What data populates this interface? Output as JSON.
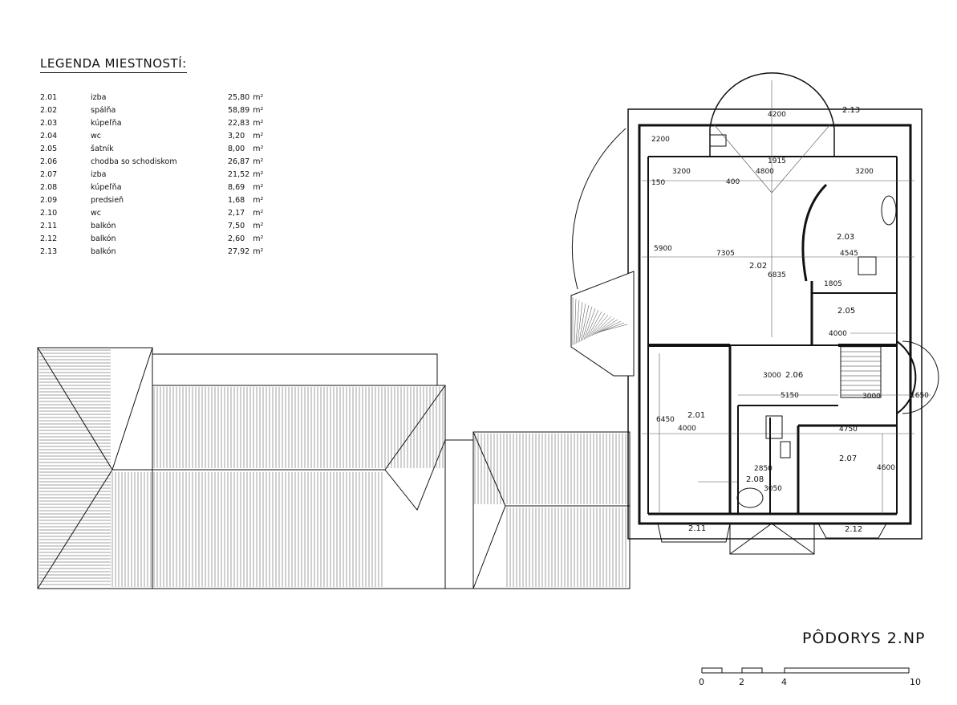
{
  "legend": {
    "title": "LEGENDA MIESTNOSTÍ:",
    "unit_suffix": "m²",
    "rooms": [
      {
        "num": "2.01",
        "name": "izba",
        "area": "25,80"
      },
      {
        "num": "2.02",
        "name": "spálňa",
        "area": "58,89"
      },
      {
        "num": "2.03",
        "name": "kúpeľňa",
        "area": "22,83"
      },
      {
        "num": "2.04",
        "name": "wc",
        "area": "3,20"
      },
      {
        "num": "2.05",
        "name": "šatník",
        "area": "8,00"
      },
      {
        "num": "2.06",
        "name": "chodba so schodiskom",
        "area": "26,87"
      },
      {
        "num": "2.07",
        "name": "izba",
        "area": "21,52"
      },
      {
        "num": "2.08",
        "name": "kúpeľňa",
        "area": "8,69"
      },
      {
        "num": "2.09",
        "name": "predsieň",
        "area": "1,68"
      },
      {
        "num": "2.10",
        "name": "wc",
        "area": "2,17"
      },
      {
        "num": "2.11",
        "name": "balkón",
        "area": "7,50"
      },
      {
        "num": "2.12",
        "name": "balkón",
        "area": "2,60"
      },
      {
        "num": "2.13",
        "name": "balkón",
        "area": "27,92"
      }
    ]
  },
  "plan_title": "PÔDORYS 2.NP",
  "scale_labels": [
    "0",
    "2",
    "4",
    "10"
  ],
  "room_labels": [
    "2.01",
    "2.02",
    "2.03",
    "2.05",
    "2.06",
    "2.07",
    "2.08",
    "2.11",
    "2.12",
    "2.13"
  ],
  "dimensions": [
    "3200",
    "4800",
    "3200",
    "7305",
    "4545",
    "6835",
    "5900",
    "1805",
    "4000",
    "3000",
    "5150",
    "3000",
    "4750",
    "4600",
    "6450",
    "4000",
    "2850",
    "3050",
    "1915",
    "4200",
    "2200",
    "150",
    "400",
    "1650"
  ],
  "colors": {
    "line": "#111111",
    "thin": "#555555"
  }
}
